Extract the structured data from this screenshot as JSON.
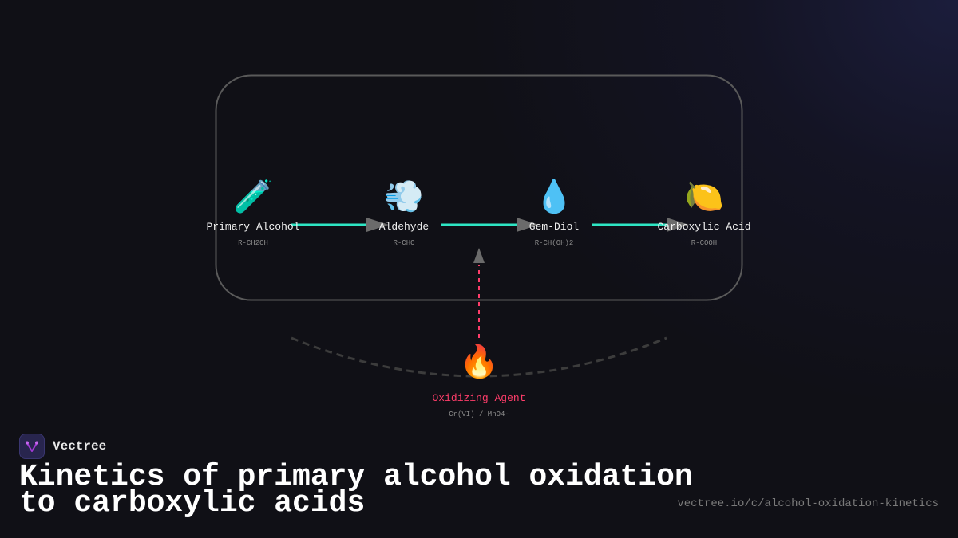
{
  "diagram": {
    "nodes": [
      {
        "id": "primary-alcohol",
        "icon": "🧪",
        "icon_name": "test-tube-icon",
        "label": "Primary Alcohol",
        "formula": "R-CH2OH"
      },
      {
        "id": "aldehyde",
        "icon": "💨",
        "icon_name": "dash-cloud-icon",
        "label": "Aldehyde",
        "formula": "R-CHO"
      },
      {
        "id": "gem-diol",
        "icon": "💧",
        "icon_name": "water-drop-icon",
        "label": "Gem-Diol",
        "formula": "R-CH(OH)2"
      },
      {
        "id": "carboxylic-acid",
        "icon": "🍋",
        "icon_name": "lemon-icon",
        "label": "Carboxylic Acid",
        "formula": "R-COOH"
      }
    ],
    "agent": {
      "icon": "🔥",
      "icon_name": "fire-icon",
      "label": "Oxidizing Agent",
      "formula": "Cr(VI) / MnO4-"
    },
    "colors": {
      "flow": "#2ee6c4",
      "agent": "#ff3d6a",
      "arrowhead": "#6b6b6b",
      "frame": "#5a5a5a",
      "arc": "#3a3a3a"
    }
  },
  "brand": {
    "name": "Vectree"
  },
  "title": "Kinetics of primary alcohol oxidation\nto carboxylic acids",
  "title_line1": "Kinetics of primary alcohol oxidation",
  "title_line2": "to carboxylic acids",
  "url": "vectree.io/c/alcohol-oxidation-kinetics"
}
